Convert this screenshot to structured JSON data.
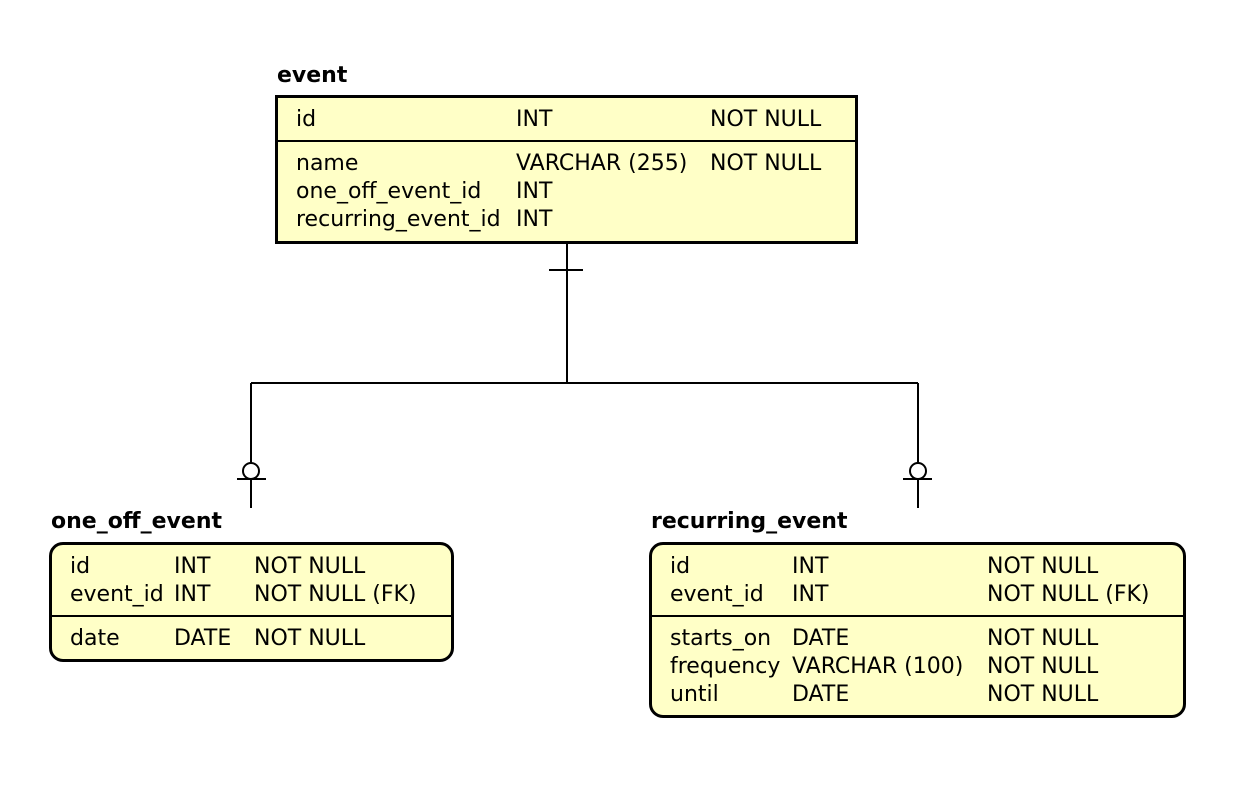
{
  "entities": {
    "event": {
      "name": "event",
      "key_rows": [
        {
          "field": "id",
          "type": "INT",
          "constraint": "NOT NULL"
        }
      ],
      "rows": [
        {
          "field": "name",
          "type": "VARCHAR (255)",
          "constraint": "NOT NULL"
        },
        {
          "field": "one_off_event_id",
          "type": "INT",
          "constraint": ""
        },
        {
          "field": "recurring_event_id",
          "type": "INT",
          "constraint": ""
        }
      ]
    },
    "one_off_event": {
      "name": "one_off_event",
      "key_rows": [
        {
          "field": "id",
          "type": "INT",
          "constraint": "NOT NULL"
        },
        {
          "field": "event_id",
          "type": "INT",
          "constraint": "NOT NULL (FK)"
        }
      ],
      "rows": [
        {
          "field": "date",
          "type": "DATE",
          "constraint": "NOT NULL"
        }
      ]
    },
    "recurring_event": {
      "name": "recurring_event",
      "key_rows": [
        {
          "field": "id",
          "type": "INT",
          "constraint": "NOT NULL"
        },
        {
          "field": "event_id",
          "type": "INT",
          "constraint": "NOT NULL (FK)"
        }
      ],
      "rows": [
        {
          "field": "starts_on",
          "type": "DATE",
          "constraint": "NOT NULL"
        },
        {
          "field": "frequency",
          "type": "VARCHAR (100)",
          "constraint": "NOT NULL"
        },
        {
          "field": "until",
          "type": "DATE",
          "constraint": "NOT NULL"
        }
      ]
    }
  },
  "relationships": [
    {
      "from": "event",
      "to": "one_off_event",
      "from_cardinality": "exactly-one",
      "to_cardinality": "zero-or-one"
    },
    {
      "from": "event",
      "to": "recurring_event",
      "from_cardinality": "exactly-one",
      "to_cardinality": "zero-or-one"
    }
  ],
  "colors": {
    "entity_fill": "#ffffc7",
    "line": "#000000"
  }
}
